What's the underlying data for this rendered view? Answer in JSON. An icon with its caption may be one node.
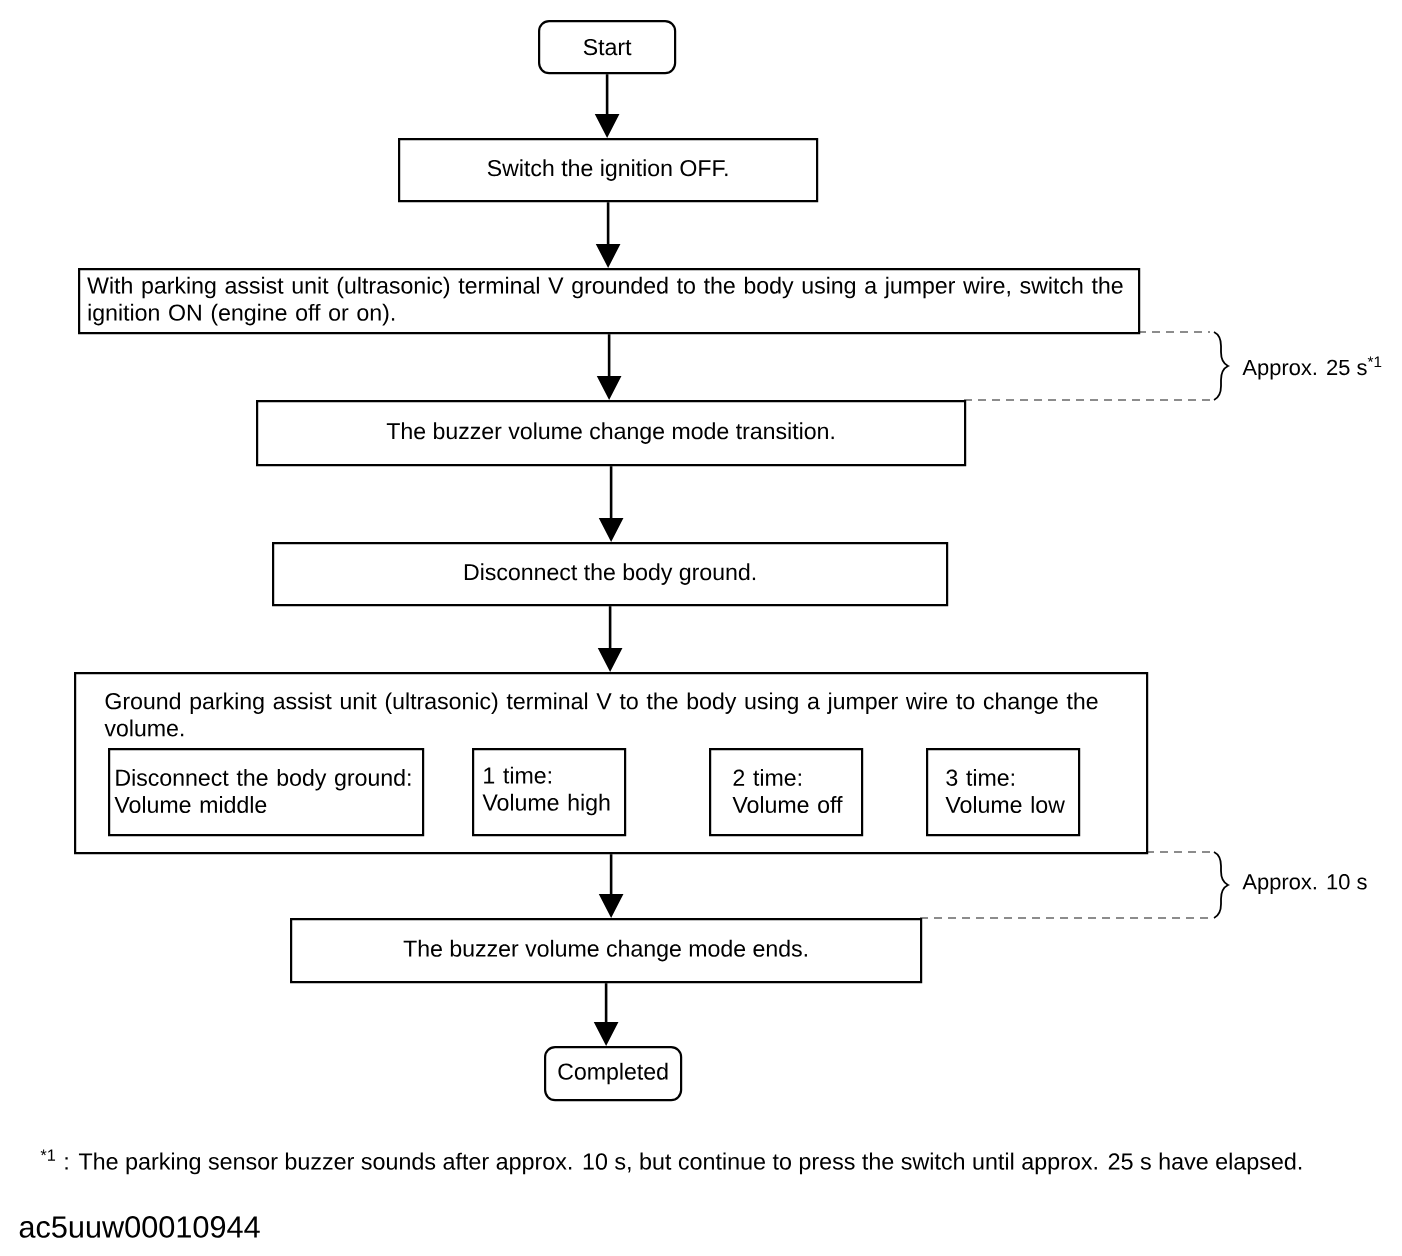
{
  "diagram": {
    "nodes": [
      {
        "text": [
          "Start"
        ]
      },
      {
        "text": [
          "Switch the ignition OFF."
        ]
      },
      {
        "text": [
          "With parking assist unit (ultrasonic) terminal V grounded to the body using a jumper wire, switch the ignition ON (engine off or on)."
        ]
      },
      {
        "text": [
          "The buzzer volume change mode transition."
        ]
      },
      {
        "text": [
          "Disconnect the body ground."
        ]
      },
      {
        "text": [
          "Ground parking assist unit (ultrasonic) terminal V to the body using a jumper wire to change the volume."
        ]
      },
      {
        "text": [
          "Disconnect the body ground: Volume middle"
        ],
        "in": 5
      },
      {
        "text": [
          "1 time: Volume high"
        ],
        "in": 5
      },
      {
        "text": [
          "2 time: Volume off"
        ],
        "in": 5
      },
      {
        "text": [
          "3 time: Volume low"
        ],
        "in": 5
      },
      {
        "text": [
          "The buzzer volume change mode ends."
        ]
      },
      {
        "text": [
          "Completed"
        ]
      }
    ],
    "edges": [
      {
        "from": 0,
        "to": 1,
        "arrow": "to"
      },
      {
        "from": 1,
        "to": 2,
        "arrow": "to"
      },
      {
        "from": 2,
        "to": 3,
        "arrow": "to"
      },
      {
        "from": 3,
        "to": 4,
        "arrow": "to"
      },
      {
        "from": 4,
        "to": 5,
        "arrow": "to"
      },
      {
        "from": 5,
        "to": 10,
        "arrow": "to"
      },
      {
        "from": 10,
        "to": 11,
        "arrow": "to"
      }
    ],
    "labels": [
      "Approx. 25 s$^{*1}$",
      "Approx. 10 s",
      "$^{*1}$ : The parking sensor buzzer sounds after approx. 10 s, but continue to press the switch until approx. 25 s have elapsed.",
      "ac5uuw00010944"
    ]
  }
}
